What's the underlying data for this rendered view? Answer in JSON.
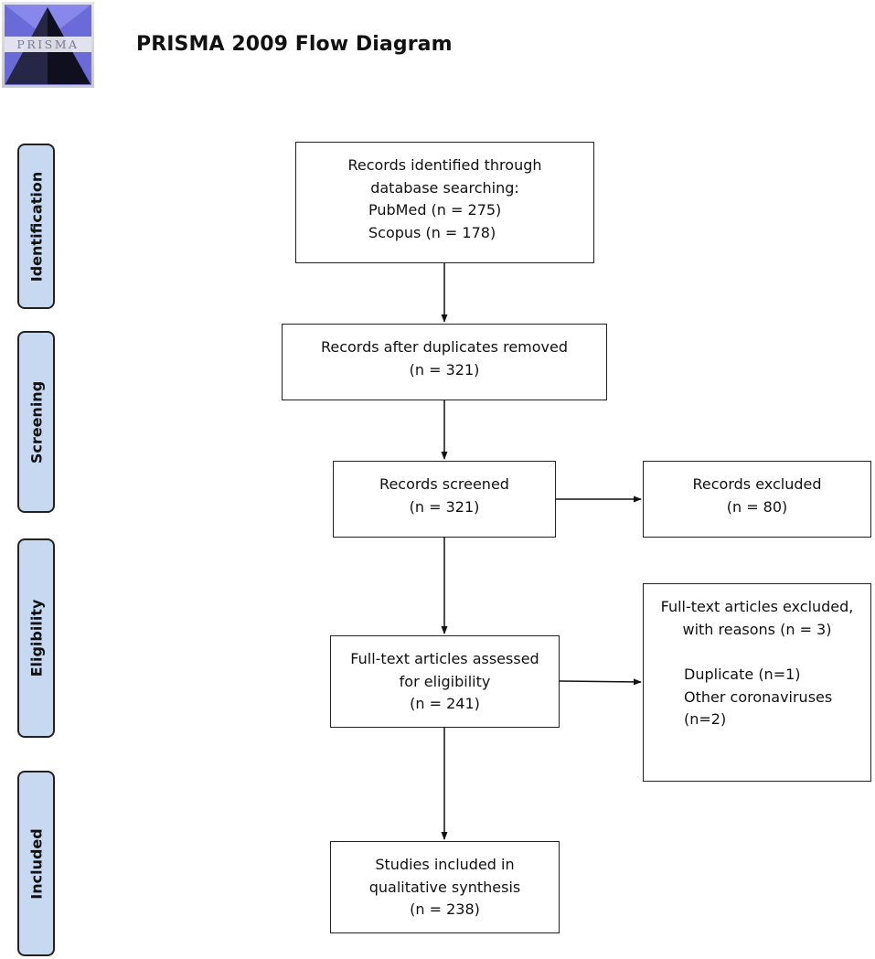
{
  "logo": {
    "text": "PRISMA"
  },
  "header": {
    "title": "PRISMA 2009 Flow Diagram"
  },
  "stages": {
    "identification": "Identification",
    "screening": "Screening",
    "eligibility": "Eligibility",
    "included": "Included"
  },
  "boxes": {
    "identified": {
      "line1": "Records identified through",
      "line2": "database searching:",
      "pubmed": "PubMed (n = 275)",
      "scopus": "Scopus (n = 178)"
    },
    "duplicates_removed": {
      "line1": "Records after duplicates removed",
      "count": "(n = 321)"
    },
    "screened": {
      "line1": "Records screened",
      "count": "(n = 321)"
    },
    "excluded": {
      "line1": "Records excluded",
      "count": "(n = 80)"
    },
    "fulltext_assessed": {
      "line1": "Full-text articles assessed",
      "line2": "for eligibility",
      "count": "(n =  241)"
    },
    "fulltext_excluded": {
      "line1": "Full-text articles excluded,",
      "line2": "with reasons (n =  3)",
      "reason1": "Duplicate (n=1)",
      "reason2": "Other coronaviruses",
      "reason2_count": "(n=2)"
    },
    "included": {
      "line1": "Studies included in",
      "line2": "qualitative synthesis",
      "count": "(n =  238)"
    }
  },
  "colors": {
    "stage_fill": "#c6d9f1",
    "logo_blue": "#5f5fd0",
    "logo_dark": "#0f0f1e",
    "border": "#222222"
  }
}
